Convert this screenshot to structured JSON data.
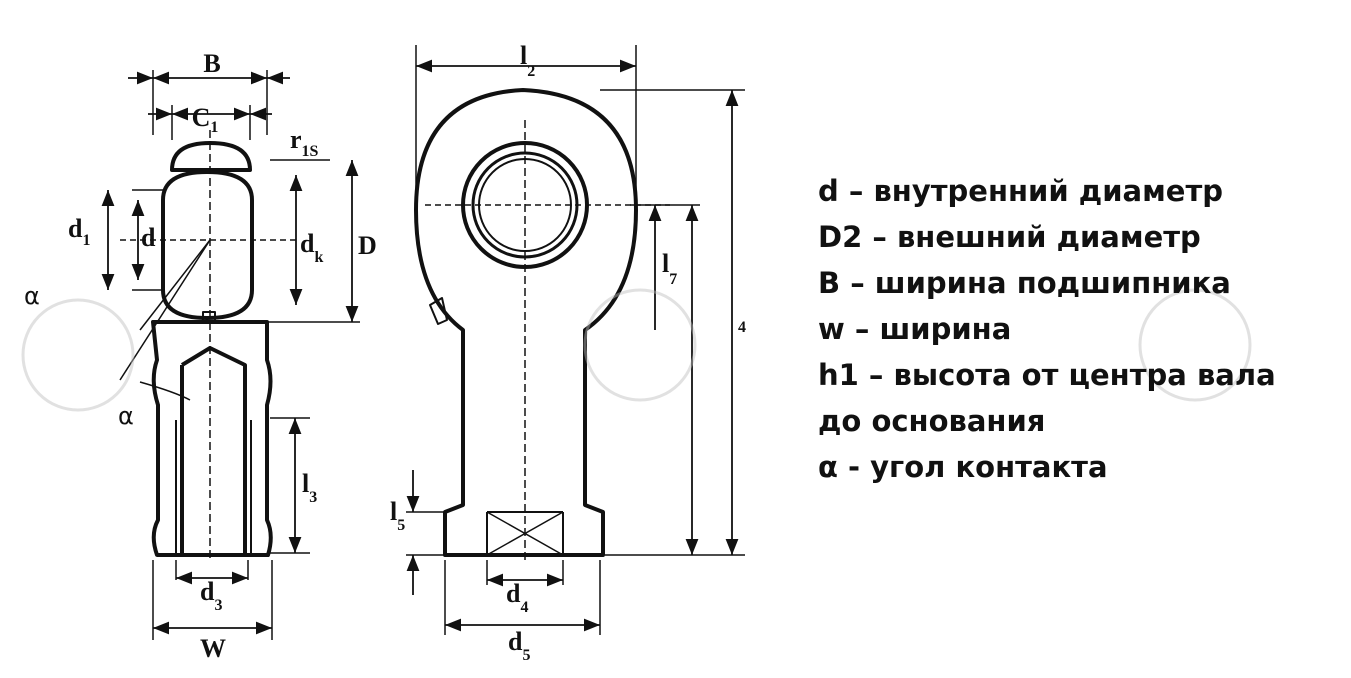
{
  "legend": [
    "d – внутренний диаметр",
    "D2 – внешний диаметр",
    "B – ширина подшипника",
    "w – ширина",
    "h1 – высота от центра вала",
    "до основания",
    "α - угол контакта"
  ],
  "labels": {
    "B": "B",
    "C1": "C",
    "C1_sub": "1",
    "r1s": "r",
    "r1s_sub": "1S",
    "d1": "d",
    "d1_sub": "1",
    "d": "d",
    "dk": "d",
    "dk_sub": "k",
    "D": "D",
    "alpha": "α",
    "l3": "l",
    "l3_sub": "3",
    "d3": "d",
    "d3_sub": "3",
    "W": "W",
    "l2": "l",
    "l2_sub": "2",
    "l7": "l",
    "l7_sub": "7",
    "l4_sub": "4",
    "l5": "l",
    "l5_sub": "5",
    "d4": "d",
    "d4_sub": "4",
    "d5": "d",
    "d5_sub": "5"
  },
  "colors": {
    "ink": "#111111",
    "watermark": "#bdbdbd"
  }
}
